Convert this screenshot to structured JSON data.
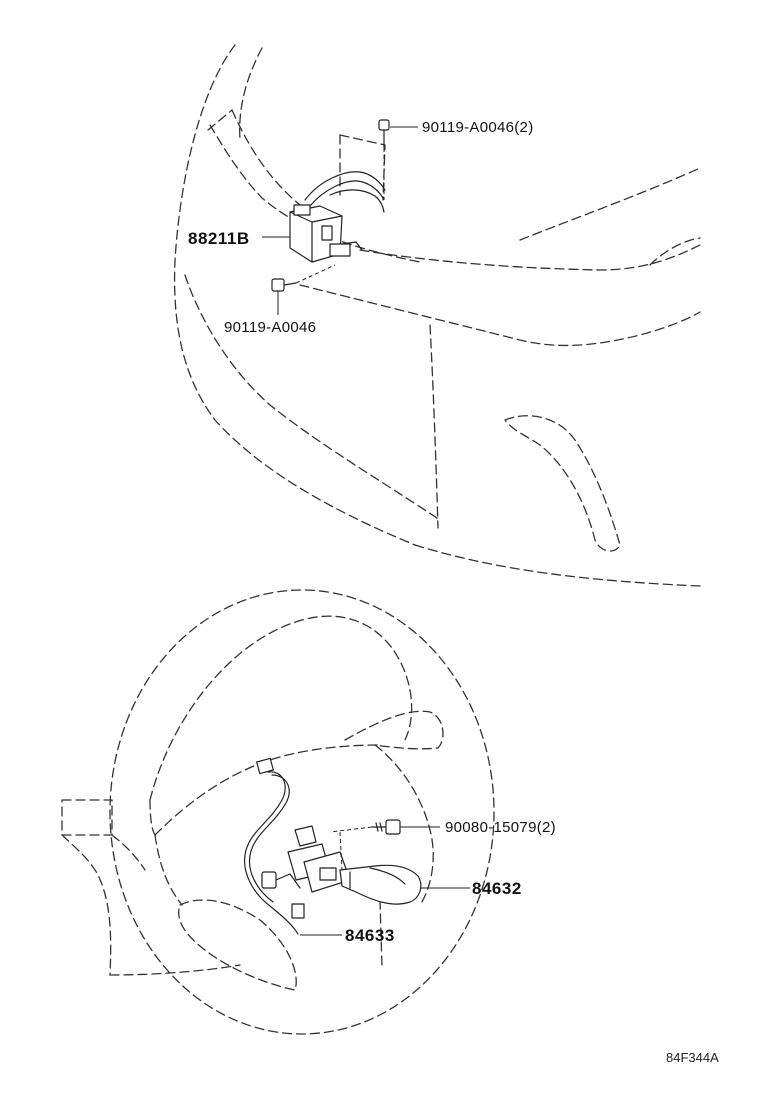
{
  "diagram": {
    "parts": [
      {
        "id": "bolt-top",
        "label": "90119-A0046(2)"
      },
      {
        "id": "sensor",
        "label": "88211B"
      },
      {
        "id": "bolt-lower",
        "label": "90119-A0046"
      },
      {
        "id": "screw",
        "label": "90080-15079(2)"
      },
      {
        "id": "switch",
        "label": "84632"
      },
      {
        "id": "wire",
        "label": "84633"
      }
    ],
    "reference_code": "84F344A"
  }
}
